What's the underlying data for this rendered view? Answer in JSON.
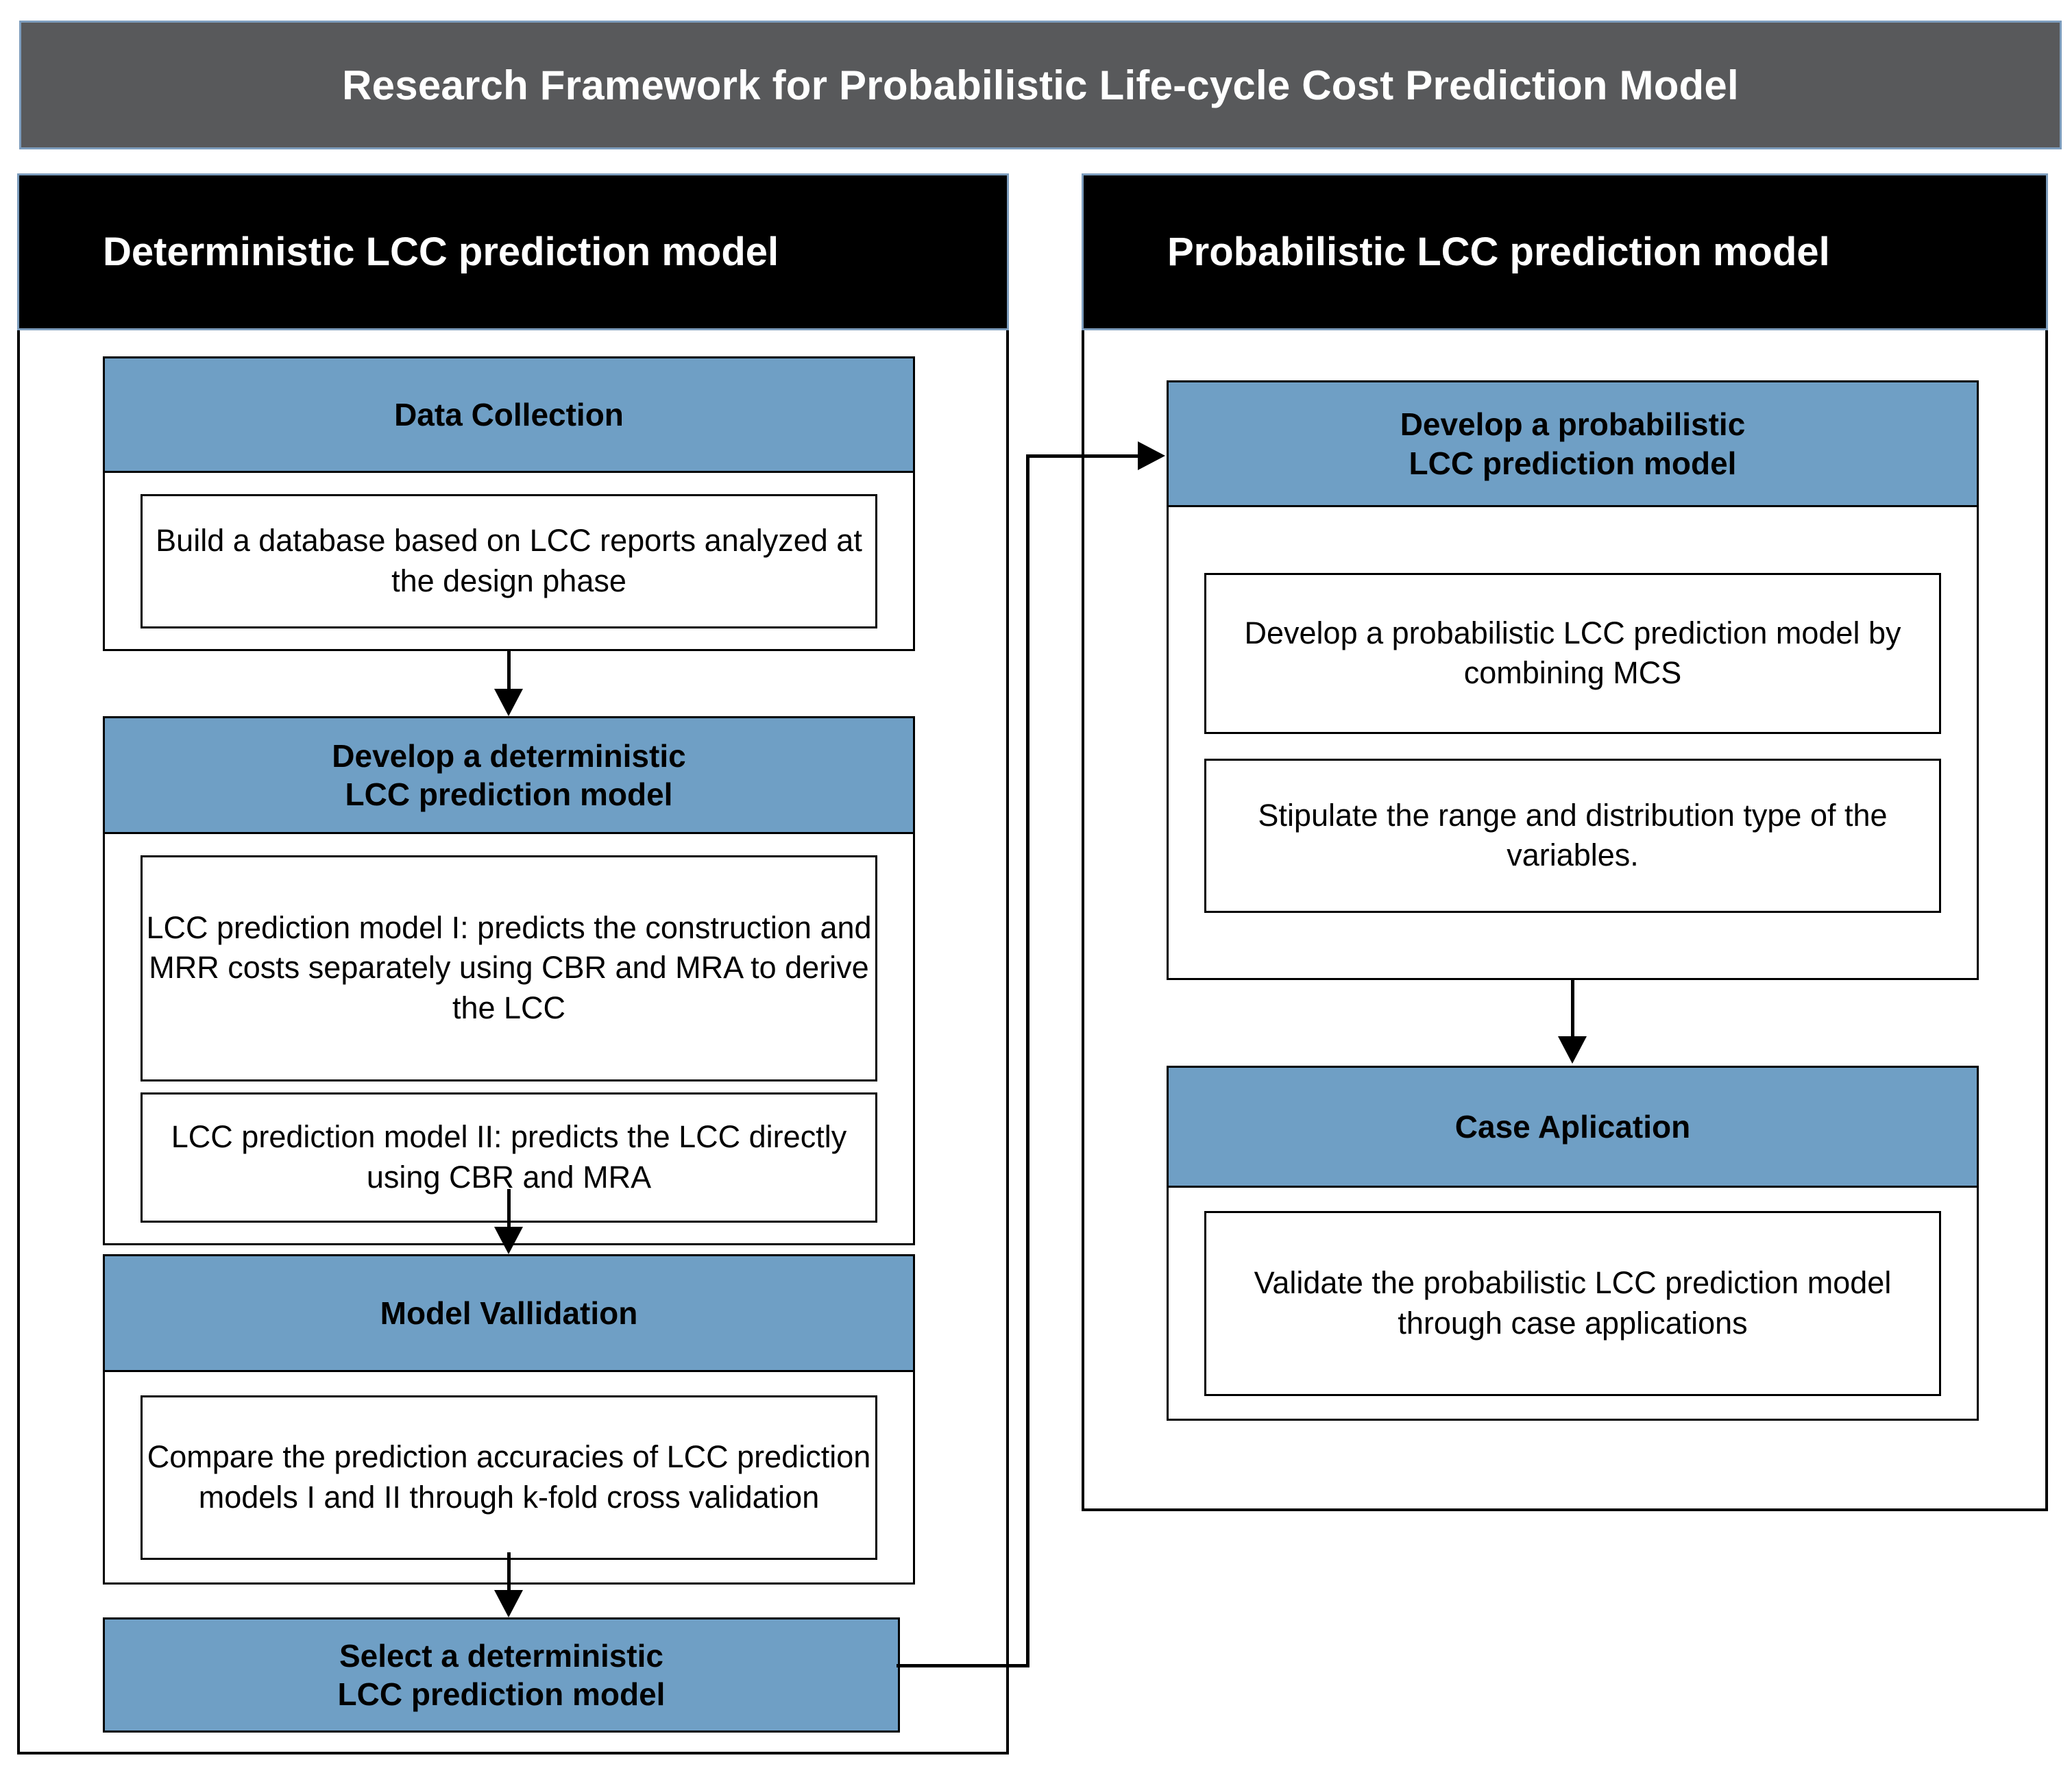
{
  "title": "Research Framework for Probabilistic Life-cycle Cost Prediction Model",
  "colors": {
    "title_bar_bg": "#58595B",
    "title_bar_border": "#7D9DBD",
    "panel_header_bg": "#000000",
    "stage_header_bg": "#6F9FC5",
    "box_border": "#000000",
    "text_on_dark": "#FFFFFF",
    "text_on_light": "#000000"
  },
  "left_panel": {
    "header": "Deterministic LCC prediction model",
    "stages": [
      {
        "header": "Data Collection",
        "items": [
          "Build a database based on LCC reports analyzed at the design phase"
        ]
      },
      {
        "header": "Develop a deterministic\nLCC prediction model",
        "items": [
          "LCC prediction model I: predicts the construction and MRR costs separately using CBR and MRA to derive the LCC",
          "LCC prediction model II: predicts the LCC directly using CBR and MRA"
        ]
      },
      {
        "header": "Model Vallidation",
        "items": [
          "Compare the prediction accuracies of LCC prediction models I and II through k-fold cross validation"
        ]
      },
      {
        "header": "Select a deterministic\nLCC prediction model",
        "items": []
      }
    ]
  },
  "right_panel": {
    "header": "Probabilistic LCC prediction model",
    "stages": [
      {
        "header": "Develop a probabilistic\nLCC prediction model",
        "items": [
          "Develop a probabilistic LCC prediction model by combining MCS",
          "Stipulate the range and distribution type of the variables."
        ]
      },
      {
        "header": "Case Aplication",
        "items": [
          "Validate the probabilistic LCC prediction model through case applications"
        ]
      }
    ]
  },
  "connectors": [
    {
      "name": "data-collection-to-develop-deterministic",
      "type": "arrow-down"
    },
    {
      "name": "develop-deterministic-to-validation",
      "type": "arrow-down"
    },
    {
      "name": "validation-to-select",
      "type": "arrow-down"
    },
    {
      "name": "select-to-develop-probabilistic",
      "type": "arrow-right-elbow"
    },
    {
      "name": "develop-probabilistic-to-case-application",
      "type": "arrow-down"
    }
  ]
}
